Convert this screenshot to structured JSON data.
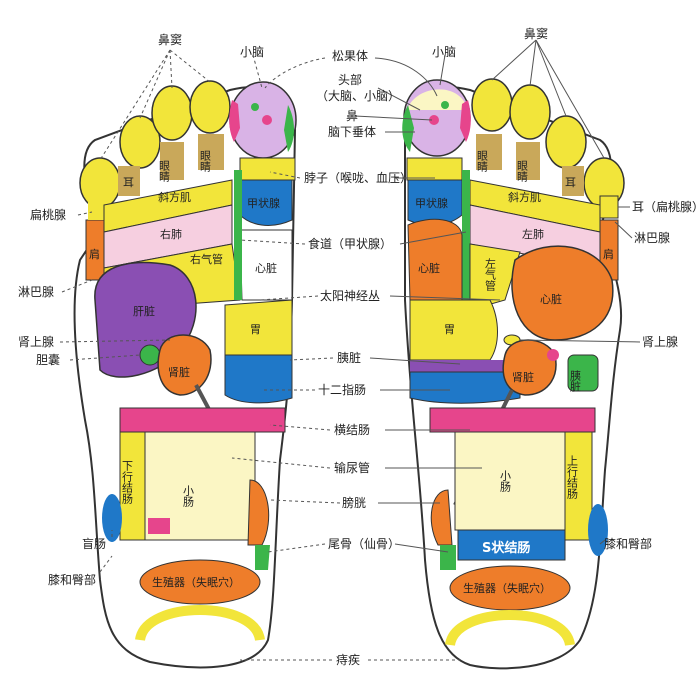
{
  "labels": {
    "bidou_top": "鼻窦",
    "xiaonao_left": "小脑",
    "songguoti": "松果体",
    "xiaonao_right": "小脑",
    "bidou_right": "鼻窦",
    "toubu": "头部",
    "danao_xiaonao": "（大脑、小脑）",
    "bi": "鼻",
    "naoxiachuiti": "脑下垂体",
    "bozi": "脖子（喉咙、血压）",
    "biantaoxian_left": "扁桃腺",
    "er_biantaoxian": "耳（扁桃腺）",
    "linbaxian_right": "淋巴腺",
    "shidao": "食道（甲状腺）",
    "linbaxian_left": "淋巴腺",
    "taiyang": "太阳神经丛",
    "shenshangxian_left": "肾上腺",
    "shenshangxian_right": "肾上腺",
    "yizang": "胰脏",
    "dannang": "胆囊",
    "shierzhichang": "十二指肠",
    "hengjiechang": "横结肠",
    "shuniaoguan": "输尿管",
    "pangguang": "膀胱",
    "mangchang": "盲肠",
    "weigu": "尾骨（仙骨）",
    "xihetunbu_left": "膝和臀部",
    "xihetunbu_right": "膝和臀部",
    "zhiji": "痔疾"
  },
  "regions": {
    "er_left": "耳",
    "yanjing_left_1": "眼睛",
    "yanjing_left_2": "眼睛",
    "xiefangji_left": "斜方肌",
    "youfei": "右肺",
    "youqiguan": "右气管",
    "jian_left": "肩",
    "jiazhuangxian_left": "甲状腺",
    "xinzang_left": "心脏",
    "ganzang": "肝脏",
    "wei_left": "胃",
    "shenzang_left": "肾脏",
    "xiaxingjiechang": "下行结肠",
    "xiaochang_left": "小肠",
    "shengzhiqi_left": "生殖器（失眠穴）",
    "yanjing_right_1": "眼睛",
    "yanjing_right_2": "眼睛",
    "er_right": "耳",
    "xiefangji_right": "斜方肌",
    "jiazhuangxian_right": "甲状腺",
    "zuofei": "左肺",
    "jian_right": "肩",
    "xinzang_small_right": "心脏",
    "zuoqiguan": "左气管",
    "xinzang_big_right": "心脏",
    "wei_right": "胃",
    "shenzang_right": "肾脏",
    "yizang_region": "胰脏",
    "xiaochang_right": "小肠",
    "shangxingjiechang": "上行结肠",
    "s_jiechang": "S状结肠",
    "shengzhiqi_right": "生殖器（失眠穴）"
  },
  "colors": {
    "outline": "#333333",
    "yellow": "#f2e53a",
    "orange": "#ee7d2a",
    "purple": "#8a4fb3",
    "blue": "#1f78c8",
    "green": "#3bb54a",
    "pink": "#e6458c",
    "lilac": "#d9b3e6",
    "cream": "#fbf6c4",
    "tan": "#c9a85a",
    "leader": "#555555"
  }
}
